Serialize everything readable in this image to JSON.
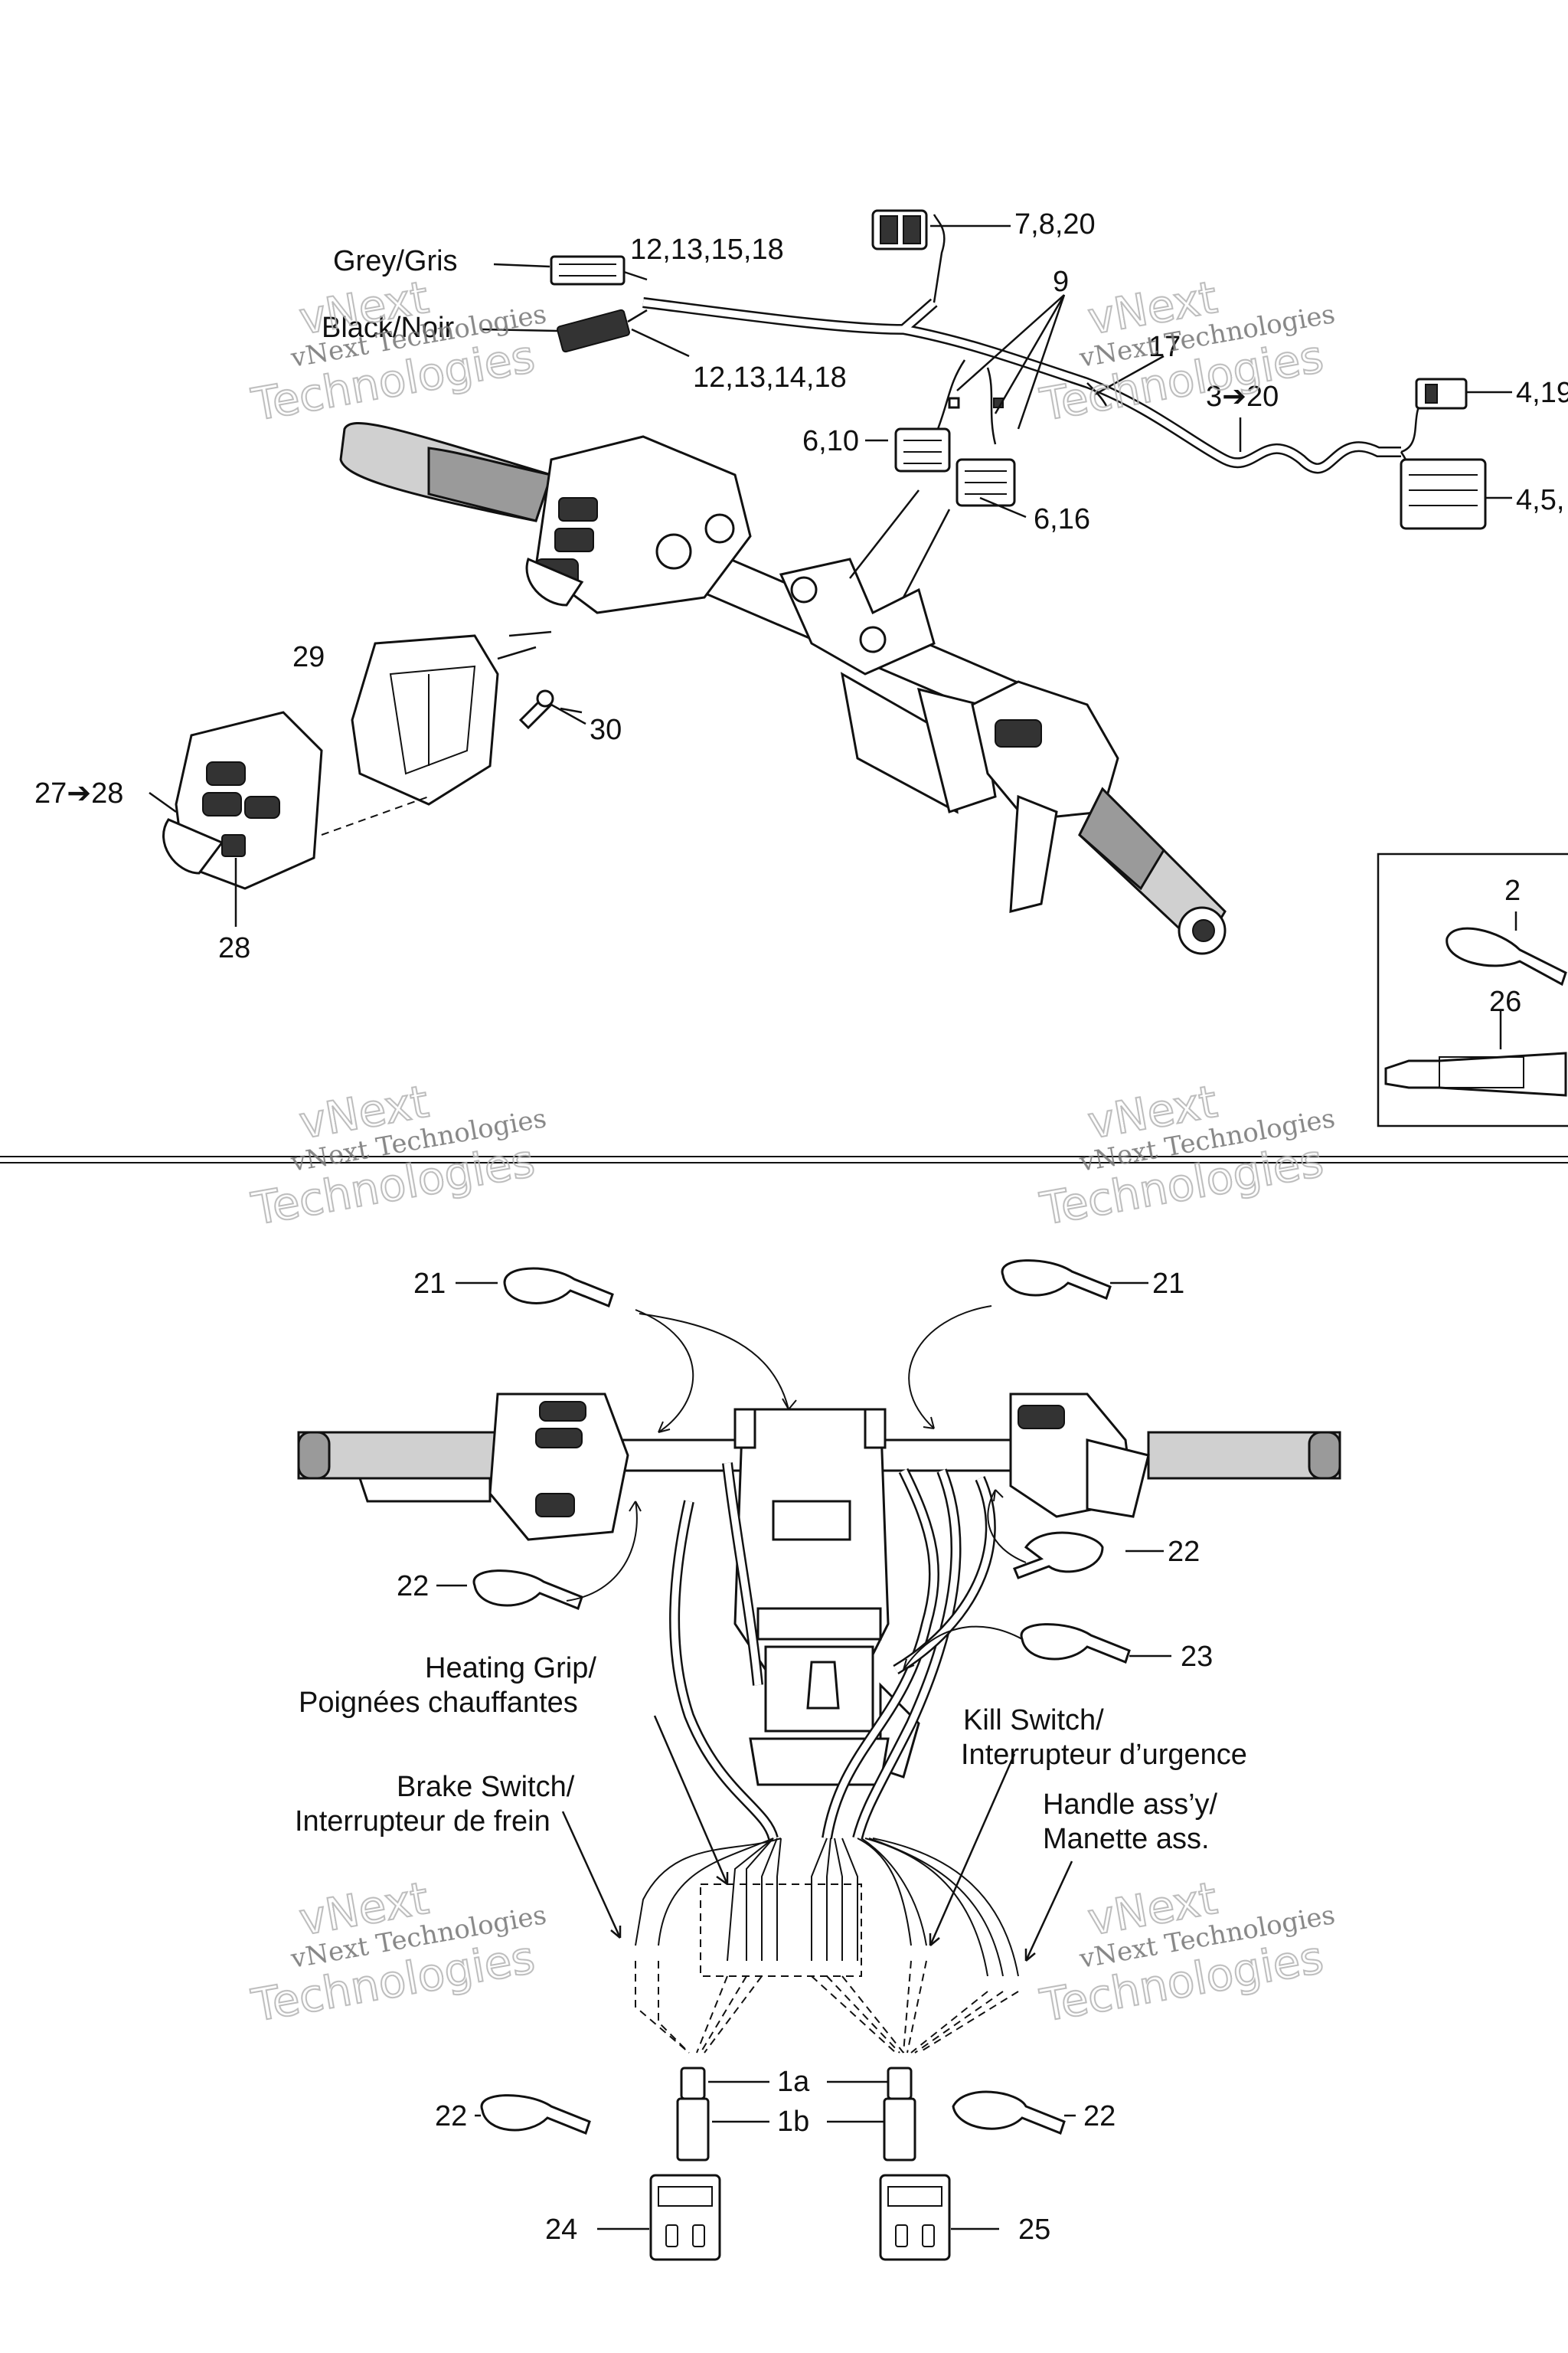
{
  "labels": {
    "top": {
      "grey": "Grey/Gris",
      "black": "Black/Noir",
      "c_12_13_15_18": "12,13,15,18",
      "c_12_13_14_18": "12,13,14,18",
      "c_7_8_20": "7,8,20",
      "c_9": "9",
      "c_17": "17",
      "c_3_20": "3➔20",
      "c_4_19": "4,19",
      "c_4_5": "4,5,",
      "c_6_10": "6,10",
      "c_6_16": "6,16",
      "c_29": "29",
      "c_30": "30",
      "c_27_28": "27➔28",
      "c_28": "28",
      "c_2": "2",
      "c_26": "26"
    },
    "bottom": {
      "c_21_left": "21",
      "c_21_right": "21",
      "c_22_right_upper": "22",
      "c_22_left_upper": "22",
      "c_23": "23",
      "heating_1": "Heating Grip/",
      "heating_2": "Poignées chauffantes",
      "kill_1": "Kill Switch/",
      "kill_2": "Interrupteur d’urgence",
      "brake_1": "Brake Switch/",
      "brake_2": "Interrupteur de frein",
      "handle_1": "Handle ass’y/",
      "handle_2": "Manette ass.",
      "c_1a": "1a",
      "c_1b": "1b",
      "c_22_left_lower": "22",
      "c_22_right_lower": "22",
      "c_24": "24",
      "c_25": "25"
    }
  },
  "watermark": {
    "line1": "vNext",
    "line2": "vNext Technologies",
    "line3": "Technologies"
  },
  "colors": {
    "ink": "#111111",
    "watermark": "#b5b5b5"
  }
}
